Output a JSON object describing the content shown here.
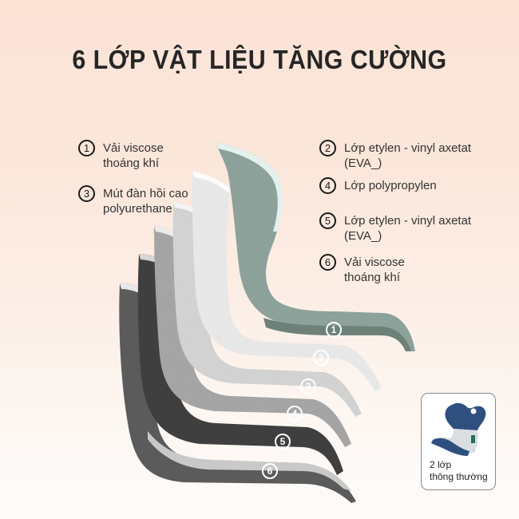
{
  "title": "6 LỚP VẬT LIỆU TĂNG CƯỜNG",
  "layers": [
    {
      "number": "1",
      "label": "Vải viscose\nthoáng khí",
      "color": "#8fa39c"
    },
    {
      "number": "2",
      "label": "Lớp etylen - vinyl axetat\n(EVA_)",
      "color": "#ececec"
    },
    {
      "number": "3",
      "label": "Mút đàn hồi cao\npolyurethane",
      "color": "#d8d8d8"
    },
    {
      "number": "4",
      "label": "Lớp polypropylen",
      "color": "#b4b4b4"
    },
    {
      "number": "5",
      "label": "Lớp etylen - vinyl axetat\n(EVA_)",
      "color": "#4a4a4a"
    },
    {
      "number": "6",
      "label": "Vải viscose\nthoáng khí",
      "color": "#5c5c5c"
    }
  ],
  "comparison": {
    "caption": "2 lớp\nthông thường",
    "accent_color": "#2f4f7f"
  },
  "colors": {
    "background_top": "#fbe3d6",
    "background_bottom": "#fefbf9",
    "title": "#262626"
  }
}
